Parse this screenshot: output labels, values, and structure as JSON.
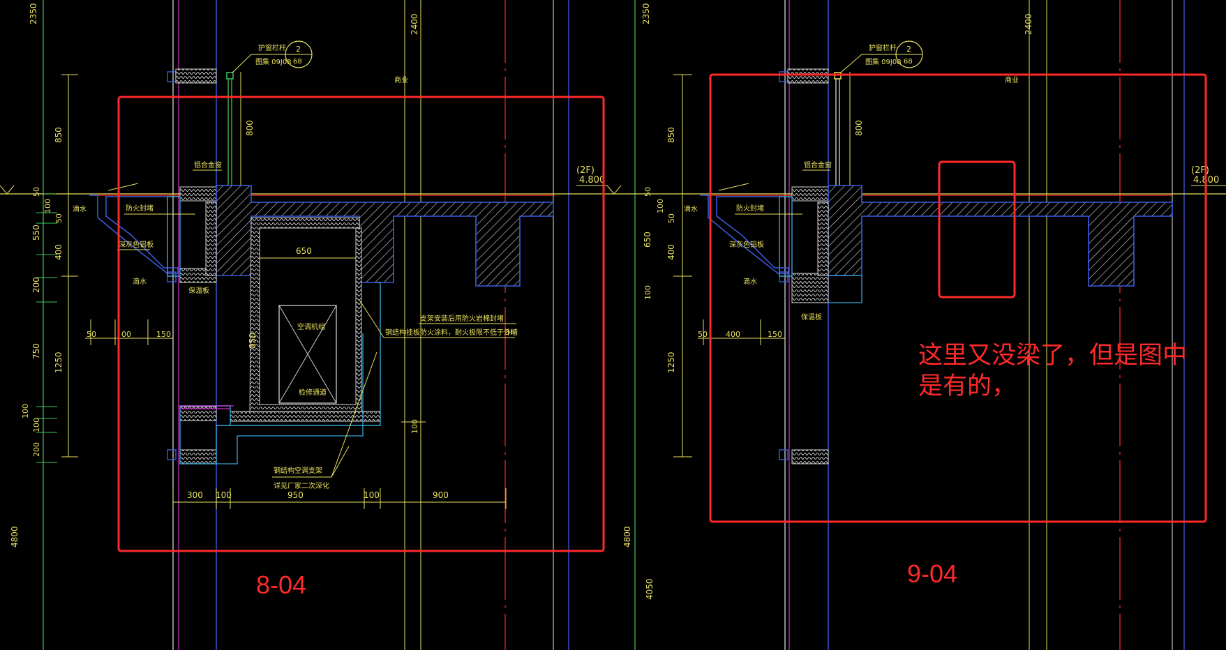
{
  "colors": {
    "bg": "#000000",
    "red": "#ff2a2a",
    "yellow": "#e9e060",
    "green": "#3ec85a",
    "blue": "#3b5de0",
    "cyan": "#36a5d8",
    "magenta": "#d02dd0",
    "white": "#e6e6e6"
  },
  "left": {
    "label": "8-04",
    "dims_left": [
      "2350",
      "850",
      "50",
      "100",
      "50",
      "550",
      "400",
      "200",
      "750",
      "1250",
      "100",
      "100",
      "200",
      "4800"
    ],
    "dims_top": [
      "2400",
      "800"
    ],
    "dims_bottom": [
      "300",
      "100",
      "950",
      "100",
      "900"
    ],
    "dims_inner": [
      "650",
      "850",
      "50",
      "00",
      "150",
      "100"
    ],
    "notes": [
      "护窗栏杆",
      "图集 09J08",
      "铝合金窗",
      "防火封堵",
      "深灰色铝板",
      "滴水",
      "保温板",
      "商业",
      "空调机组",
      "检修通道",
      "钢结构挂板防火涂料，耐火极限不低于外墙",
      "支架安装后用防火岩棉封堵",
      "钢结构空调支架",
      "详见厂家二次深化",
      "3h",
      "(2F)",
      "4.800"
    ],
    "callout": {
      "top": "2",
      "bottom": "68"
    }
  },
  "right": {
    "label": "9-04",
    "dims_left": [
      "2350",
      "850",
      "50",
      "100",
      "50",
      "650",
      "400",
      "100",
      "1250",
      "4800",
      "4050"
    ],
    "dims_top": [
      "2400",
      "800"
    ],
    "dims_inner": [
      "50",
      "400",
      "150"
    ],
    "notes": [
      "护窗栏杆",
      "图集 09J08",
      "铝合金窗",
      "防火封堵",
      "深灰色铝板",
      "滴水",
      "保温板",
      "商业",
      "(2F)",
      "4.800"
    ],
    "callout": {
      "top": "2",
      "bottom": "68"
    }
  },
  "annotation": {
    "line1": "这里又没梁了，但是图中",
    "line2": "是有的，"
  }
}
